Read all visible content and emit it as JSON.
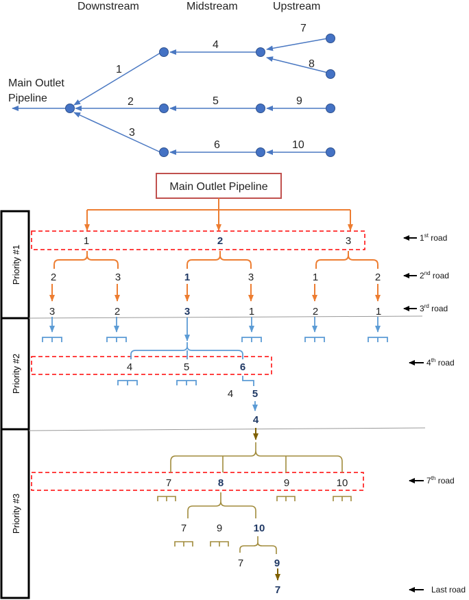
{
  "colors": {
    "network_blue": "#4a78c2",
    "node_blue": "#4472c4",
    "tree_orange": "#ed7d31",
    "tree_blue": "#5b9bd5",
    "tree_olive": "#a08a3a",
    "bold_navy": "#1f3864",
    "box_red": "#c0504d",
    "dashed_red": "#ff0000"
  },
  "network": {
    "headers": {
      "downstream": "Downstream",
      "midstream": "Midstream",
      "upstream": "Upstream"
    },
    "outlet_label_line1": "Main Outlet",
    "outlet_label_line2": "Pipeline",
    "pipe_labels": {
      "p1": "1",
      "p2": "2",
      "p3": "3",
      "p4": "4",
      "p5": "5",
      "p6": "6",
      "p7": "7",
      "p8": "8",
      "p9": "9",
      "p10": "10"
    }
  },
  "tree": {
    "root_label": "Main Outlet Pipeline",
    "priorities": {
      "p1": "Priority #1",
      "p2": "Priority #2",
      "p3": "Priority #3"
    },
    "roads": {
      "r1": {
        "num": "1",
        "sup": "st",
        "text": " road"
      },
      "r2": {
        "num": "2",
        "sup": "nd",
        "text": " road"
      },
      "r3": {
        "num": "3",
        "sup": "rd",
        "text": " road"
      },
      "r4": {
        "num": "4",
        "sup": "th",
        "text": " road"
      },
      "r7": {
        "num": "7",
        "sup": "th",
        "text": " road"
      },
      "last": "Last road"
    },
    "level1": [
      "1",
      "2",
      "3"
    ],
    "level2": [
      "2",
      "3",
      "1",
      "3",
      "1",
      "2"
    ],
    "level3": [
      "3",
      "2",
      "3",
      "1",
      "2",
      "1"
    ],
    "level4": [
      "4",
      "5",
      "6"
    ],
    "level5": [
      "4",
      "5"
    ],
    "level6": "4",
    "level7": [
      "7",
      "8",
      "9",
      "10"
    ],
    "level8": [
      "7",
      "9",
      "10"
    ],
    "level9": [
      "7",
      "9"
    ],
    "level10": "7"
  }
}
